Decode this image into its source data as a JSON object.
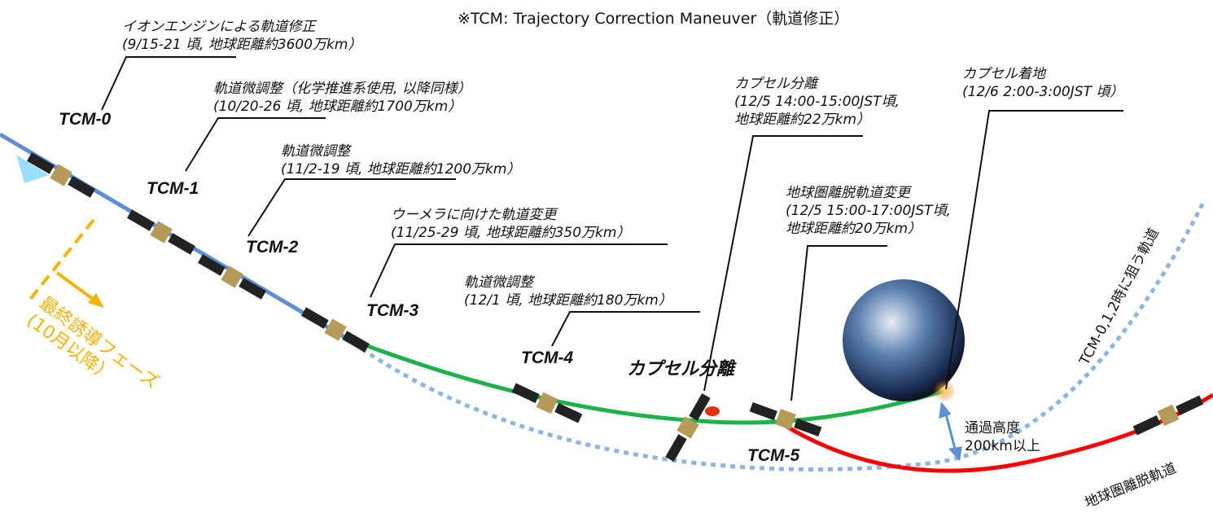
{
  "note": "※TCM: Trajectory Correction Maneuver（軌道修正）",
  "labels": {
    "tcm0": "TCM-0",
    "tcm1": "TCM-1",
    "tcm2": "TCM-2",
    "tcm3": "TCM-3",
    "tcm4": "TCM-4",
    "tcm5": "TCM-5",
    "capsule_sep": "カプセル分離"
  },
  "annotations": {
    "tcm0": {
      "title": "イオンエンジンによる軌道修正",
      "detail": "(9/15-21 頃, 地球距離約3600万km）"
    },
    "tcm1": {
      "title": "軌道微調整（化学推進系使用, 以降同様）",
      "detail": "(10/20-26 頃, 地球距離約1700万km）"
    },
    "tcm2": {
      "title": "軌道微調整",
      "detail": "(11/2-19 頃, 地球距離約1200万km）"
    },
    "tcm3": {
      "title": "ウーメラに向けた軌道変更",
      "detail": "(11/25-29 頃, 地球距離約350万km）"
    },
    "tcm4": {
      "title": "軌道微調整",
      "detail": "(12/1 頃, 地球距離約180万km）"
    },
    "capsule_sep": {
      "title": "カプセル分離",
      "detail": "(12/5 14:00-15:00JST頃,",
      "detail2": "地球距離約22万km）"
    },
    "escape": {
      "title": "地球圏離脱軌道変更",
      "detail": "(12/5 15:00-17:00JST頃,",
      "detail2": "地球距離約20万km）"
    },
    "landing": {
      "title": "カプセル着地",
      "detail": "(12/6 2:00-3:00JST 頃）"
    }
  },
  "phase": {
    "line1": "最終誘導フェーズ",
    "line2": "(10月以降）"
  },
  "altitude": {
    "line1": "通過高度",
    "line2": "200km以上"
  },
  "target_orbit_label": "TCM-0,1,2時に狙う軌道",
  "escape_orbit_label": "地球圏離脱軌道",
  "colors": {
    "blue": "#5b8fd6",
    "green": "#1db34a",
    "red": "#ff0000",
    "dotted": "#8fb4e3",
    "orange": "#f4b400"
  }
}
